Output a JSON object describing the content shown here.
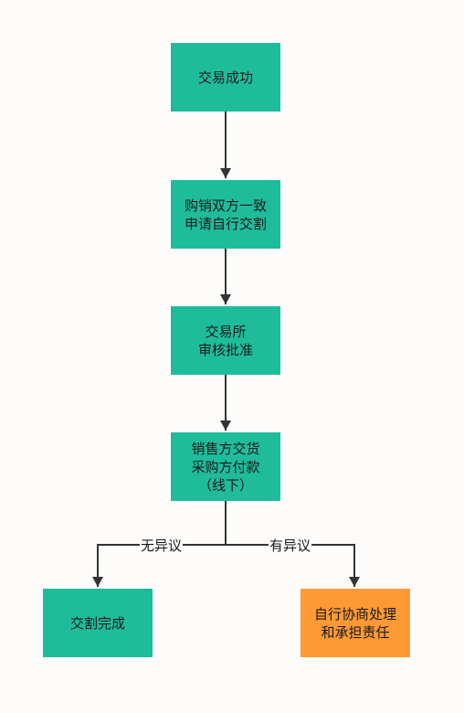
{
  "colors": {
    "node_green": "#1fbc9c",
    "node_orange": "#fd9a35",
    "connector": "#333333",
    "background": "#fdfcfa"
  },
  "nodes": {
    "success": {
      "lines": [
        "交易成功"
      ]
    },
    "apply": {
      "lines": [
        "购销双方一致",
        "申请自行交割"
      ]
    },
    "review": {
      "lines": [
        "交易所",
        "审核批准"
      ]
    },
    "settle": {
      "lines": [
        "销售方交货",
        "采购方付款",
        "（线下）"
      ]
    },
    "complete": {
      "lines": [
        "交割完成"
      ]
    },
    "negotiate": {
      "lines": [
        "自行协商处理",
        "和承担责任"
      ]
    }
  },
  "edge_labels": {
    "no_objection": "无异议",
    "objection": "有异议"
  }
}
